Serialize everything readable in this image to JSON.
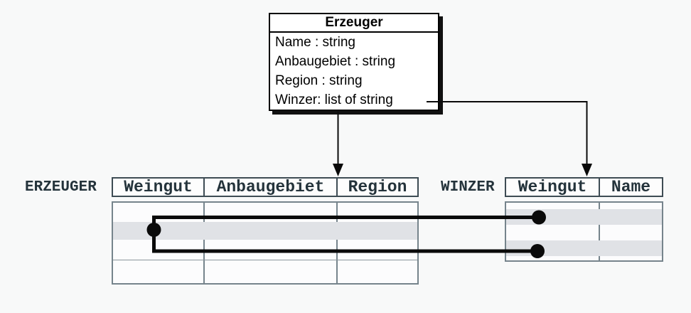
{
  "class_box": {
    "title": "Erzeuger",
    "attributes": [
      "Name : string",
      "Anbaugebiet : string",
      "Region : string",
      "Winzer: list of string"
    ]
  },
  "tables": {
    "erzeuger": {
      "label": "ERZEUGER",
      "columns": [
        "Weingut",
        "Anbaugebiet",
        "Region"
      ],
      "body_rows": 4,
      "highlighted_rows": [
        2
      ]
    },
    "winzer": {
      "label": "WINZER",
      "columns": [
        "Weingut",
        "Name"
      ],
      "body_rows": 4,
      "highlighted_rows": [
        2,
        4
      ]
    }
  },
  "connections": {
    "class_to_erzeuger": "arrow from class box bottom to ERZEUGER table header",
    "winzer_attribute_to_winzer_table": "arrow from 'Winzer: list of string' attribute to WINZER table header",
    "row_link": "one highlighted ERZEUGER row linked to two highlighted WINZER rows"
  },
  "colors": {
    "background": "#f8f9f9",
    "class_border": "#000000",
    "table_text": "#24333b",
    "header_border": "#3e4c54",
    "body_border": "#76848c",
    "row_highlight": "#e0e2e6",
    "connector": "#0a0a0a"
  }
}
